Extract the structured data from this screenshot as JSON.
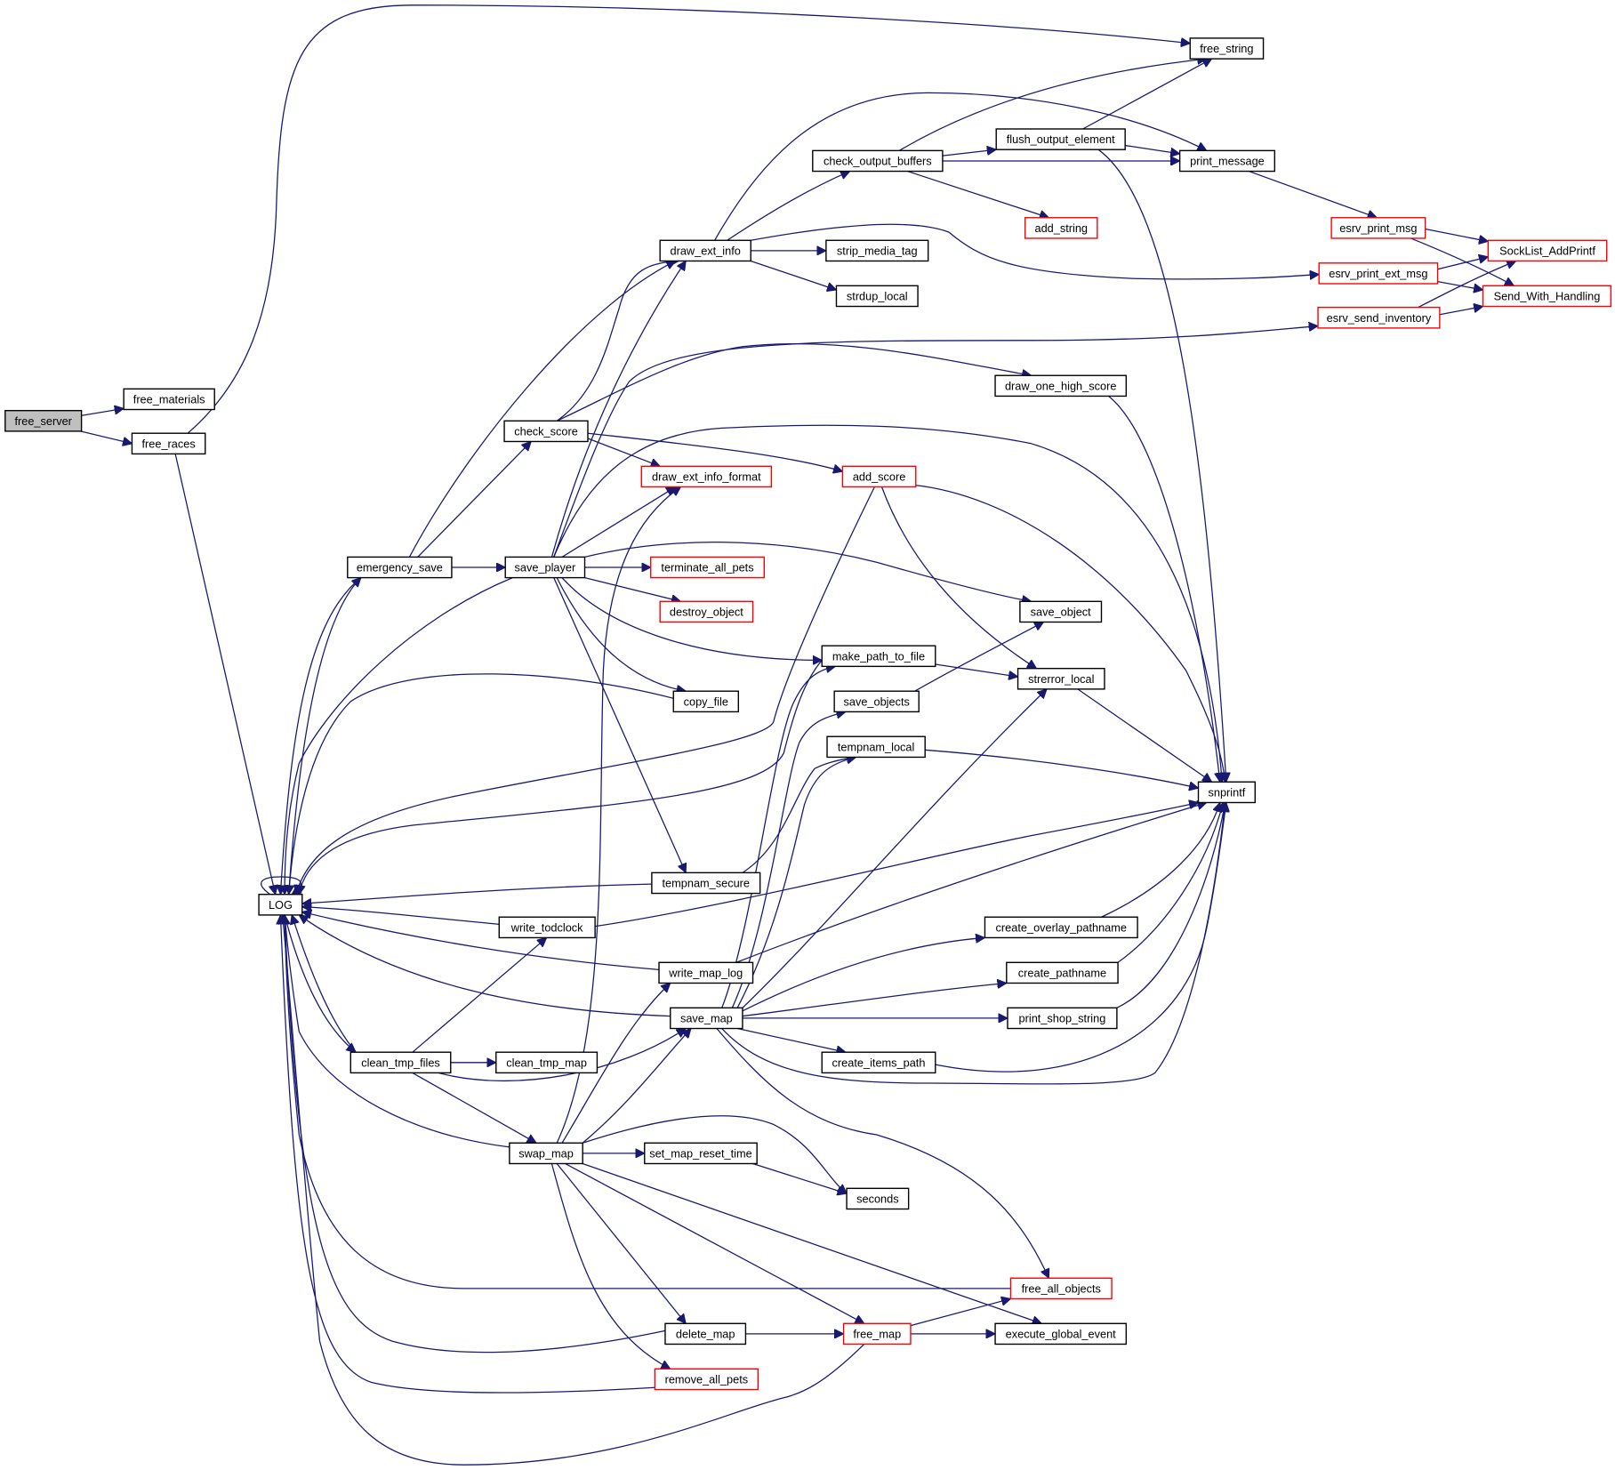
{
  "diagram": {
    "type": "call-graph",
    "root": "free_server",
    "colors": {
      "edge": "#191970",
      "root_fill": "#bfbfbf",
      "node_border": "#000000",
      "truncated_border": "#ff0000",
      "node_fill": "#ffffff"
    },
    "nodes": [
      {
        "id": "free_server",
        "label": "free_server",
        "style": "root"
      },
      {
        "id": "free_materials",
        "label": "free_materials",
        "style": "normal"
      },
      {
        "id": "free_races",
        "label": "free_races",
        "style": "normal"
      },
      {
        "id": "free_string",
        "label": "free_string",
        "style": "normal"
      },
      {
        "id": "LOG",
        "label": "LOG",
        "style": "normal"
      },
      {
        "id": "emergency_save",
        "label": "emergency_save",
        "style": "normal"
      },
      {
        "id": "check_score",
        "label": "check_score",
        "style": "normal"
      },
      {
        "id": "save_player",
        "label": "save_player",
        "style": "normal"
      },
      {
        "id": "draw_ext_info",
        "label": "draw_ext_info",
        "style": "normal"
      },
      {
        "id": "check_output_buffers",
        "label": "check_output_buffers",
        "style": "normal"
      },
      {
        "id": "flush_output_element",
        "label": "flush_output_element",
        "style": "normal"
      },
      {
        "id": "print_message",
        "label": "print_message",
        "style": "normal"
      },
      {
        "id": "add_string",
        "label": "add_string",
        "style": "truncated"
      },
      {
        "id": "strip_media_tag",
        "label": "strip_media_tag",
        "style": "normal"
      },
      {
        "id": "strdup_local",
        "label": "strdup_local",
        "style": "normal"
      },
      {
        "id": "esrv_print_msg",
        "label": "esrv_print_msg",
        "style": "truncated"
      },
      {
        "id": "esrv_print_ext_msg",
        "label": "esrv_print_ext_msg",
        "style": "truncated"
      },
      {
        "id": "esrv_send_inventory",
        "label": "esrv_send_inventory",
        "style": "truncated"
      },
      {
        "id": "SockList_AddPrintf",
        "label": "SockList_AddPrintf",
        "style": "truncated"
      },
      {
        "id": "Send_With_Handling",
        "label": "Send_With_Handling",
        "style": "truncated"
      },
      {
        "id": "draw_one_high_score",
        "label": "draw_one_high_score",
        "style": "normal"
      },
      {
        "id": "draw_ext_info_format",
        "label": "draw_ext_info_format",
        "style": "truncated"
      },
      {
        "id": "add_score",
        "label": "add_score",
        "style": "truncated"
      },
      {
        "id": "terminate_all_pets",
        "label": "terminate_all_pets",
        "style": "truncated"
      },
      {
        "id": "destroy_object",
        "label": "destroy_object",
        "style": "truncated"
      },
      {
        "id": "save_object",
        "label": "save_object",
        "style": "normal"
      },
      {
        "id": "make_path_to_file",
        "label": "make_path_to_file",
        "style": "normal"
      },
      {
        "id": "strerror_local",
        "label": "strerror_local",
        "style": "normal"
      },
      {
        "id": "copy_file",
        "label": "copy_file",
        "style": "normal"
      },
      {
        "id": "save_objects",
        "label": "save_objects",
        "style": "normal"
      },
      {
        "id": "tempnam_local",
        "label": "tempnam_local",
        "style": "normal"
      },
      {
        "id": "snprintf",
        "label": "snprintf",
        "style": "normal"
      },
      {
        "id": "tempnam_secure",
        "label": "tempnam_secure",
        "style": "normal"
      },
      {
        "id": "write_todclock",
        "label": "write_todclock",
        "style": "normal"
      },
      {
        "id": "create_overlay_pathname",
        "label": "create_overlay_pathname",
        "style": "normal"
      },
      {
        "id": "write_map_log",
        "label": "write_map_log",
        "style": "normal"
      },
      {
        "id": "create_pathname",
        "label": "create_pathname",
        "style": "normal"
      },
      {
        "id": "save_map",
        "label": "save_map",
        "style": "normal"
      },
      {
        "id": "print_shop_string",
        "label": "print_shop_string",
        "style": "normal"
      },
      {
        "id": "clean_tmp_files",
        "label": "clean_tmp_files",
        "style": "normal"
      },
      {
        "id": "clean_tmp_map",
        "label": "clean_tmp_map",
        "style": "normal"
      },
      {
        "id": "create_items_path",
        "label": "create_items_path",
        "style": "normal"
      },
      {
        "id": "swap_map",
        "label": "swap_map",
        "style": "normal"
      },
      {
        "id": "set_map_reset_time",
        "label": "set_map_reset_time",
        "style": "normal"
      },
      {
        "id": "seconds",
        "label": "seconds",
        "style": "normal"
      },
      {
        "id": "free_all_objects",
        "label": "free_all_objects",
        "style": "truncated"
      },
      {
        "id": "delete_map",
        "label": "delete_map",
        "style": "normal"
      },
      {
        "id": "free_map",
        "label": "free_map",
        "style": "truncated"
      },
      {
        "id": "execute_global_event",
        "label": "execute_global_event",
        "style": "normal"
      },
      {
        "id": "remove_all_pets",
        "label": "remove_all_pets",
        "style": "truncated"
      }
    ],
    "edges": [
      [
        "free_server",
        "free_materials"
      ],
      [
        "free_server",
        "free_races"
      ],
      [
        "free_races",
        "free_string"
      ],
      [
        "free_races",
        "LOG"
      ],
      [
        "LOG",
        "LOG"
      ],
      [
        "LOG",
        "emergency_save"
      ],
      [
        "LOG",
        "clean_tmp_files"
      ],
      [
        "emergency_save",
        "LOG"
      ],
      [
        "emergency_save",
        "draw_ext_info"
      ],
      [
        "emergency_save",
        "check_score"
      ],
      [
        "emergency_save",
        "save_player"
      ],
      [
        "check_score",
        "draw_ext_info"
      ],
      [
        "check_score",
        "draw_ext_info_format"
      ],
      [
        "check_score",
        "add_score"
      ],
      [
        "check_score",
        "draw_one_high_score"
      ],
      [
        "draw_ext_info",
        "check_output_buffers"
      ],
      [
        "draw_ext_info",
        "print_message"
      ],
      [
        "draw_ext_info",
        "strip_media_tag"
      ],
      [
        "draw_ext_info",
        "strdup_local"
      ],
      [
        "draw_ext_info",
        "esrv_print_ext_msg"
      ],
      [
        "check_output_buffers",
        "free_string"
      ],
      [
        "check_output_buffers",
        "flush_output_element"
      ],
      [
        "check_output_buffers",
        "print_message"
      ],
      [
        "check_output_buffers",
        "add_string"
      ],
      [
        "flush_output_element",
        "free_string"
      ],
      [
        "flush_output_element",
        "print_message"
      ],
      [
        "flush_output_element",
        "snprintf"
      ],
      [
        "print_message",
        "esrv_print_msg"
      ],
      [
        "esrv_print_msg",
        "SockList_AddPrintf"
      ],
      [
        "esrv_print_msg",
        "Send_With_Handling"
      ],
      [
        "esrv_print_ext_msg",
        "SockList_AddPrintf"
      ],
      [
        "esrv_print_ext_msg",
        "Send_With_Handling"
      ],
      [
        "esrv_send_inventory",
        "SockList_AddPrintf"
      ],
      [
        "esrv_send_inventory",
        "Send_With_Handling"
      ],
      [
        "save_player",
        "LOG"
      ],
      [
        "save_player",
        "draw_ext_info"
      ],
      [
        "save_player",
        "draw_ext_info_format"
      ],
      [
        "save_player",
        "esrv_send_inventory"
      ],
      [
        "save_player",
        "snprintf"
      ],
      [
        "save_player",
        "terminate_all_pets"
      ],
      [
        "save_player",
        "destroy_object"
      ],
      [
        "save_player",
        "save_object"
      ],
      [
        "save_player",
        "make_path_to_file"
      ],
      [
        "save_player",
        "copy_file"
      ],
      [
        "save_player",
        "tempnam_secure"
      ],
      [
        "draw_one_high_score",
        "snprintf"
      ],
      [
        "add_score",
        "LOG"
      ],
      [
        "add_score",
        "strerror_local"
      ],
      [
        "add_score",
        "snprintf"
      ],
      [
        "make_path_to_file",
        "LOG"
      ],
      [
        "make_path_to_file",
        "strerror_local"
      ],
      [
        "save_objects",
        "save_object"
      ],
      [
        "copy_file",
        "LOG"
      ],
      [
        "strerror_local",
        "snprintf"
      ],
      [
        "tempnam_local",
        "snprintf"
      ],
      [
        "tempnam_secure",
        "LOG"
      ],
      [
        "tempnam_secure",
        "tempnam_local"
      ],
      [
        "write_todclock",
        "LOG"
      ],
      [
        "write_todclock",
        "snprintf"
      ],
      [
        "write_map_log",
        "LOG"
      ],
      [
        "write_map_log",
        "snprintf"
      ],
      [
        "save_map",
        "LOG"
      ],
      [
        "save_map",
        "make_path_to_file"
      ],
      [
        "save_map",
        "save_objects"
      ],
      [
        "save_map",
        "tempnam_local"
      ],
      [
        "save_map",
        "strerror_local"
      ],
      [
        "save_map",
        "create_overlay_pathname"
      ],
      [
        "save_map",
        "create_pathname"
      ],
      [
        "save_map",
        "print_shop_string"
      ],
      [
        "save_map",
        "create_items_path"
      ],
      [
        "save_map",
        "snprintf"
      ],
      [
        "save_map",
        "free_all_objects"
      ],
      [
        "create_overlay_pathname",
        "snprintf"
      ],
      [
        "create_pathname",
        "snprintf"
      ],
      [
        "print_shop_string",
        "snprintf"
      ],
      [
        "create_items_path",
        "snprintf"
      ],
      [
        "clean_tmp_files",
        "LOG"
      ],
      [
        "clean_tmp_files",
        "write_todclock"
      ],
      [
        "clean_tmp_files",
        "clean_tmp_map"
      ],
      [
        "clean_tmp_files",
        "save_map"
      ],
      [
        "clean_tmp_files",
        "swap_map"
      ],
      [
        "swap_map",
        "LOG"
      ],
      [
        "swap_map",
        "draw_ext_info_format"
      ],
      [
        "swap_map",
        "write_map_log"
      ],
      [
        "swap_map",
        "save_map"
      ],
      [
        "swap_map",
        "set_map_reset_time"
      ],
      [
        "swap_map",
        "seconds"
      ],
      [
        "swap_map",
        "delete_map"
      ],
      [
        "swap_map",
        "free_map"
      ],
      [
        "swap_map",
        "execute_global_event"
      ],
      [
        "swap_map",
        "remove_all_pets"
      ],
      [
        "set_map_reset_time",
        "seconds"
      ],
      [
        "free_all_objects",
        "LOG"
      ],
      [
        "delete_map",
        "LOG"
      ],
      [
        "delete_map",
        "free_map"
      ],
      [
        "free_map",
        "LOG"
      ],
      [
        "free_map",
        "free_all_objects"
      ],
      [
        "free_map",
        "execute_global_event"
      ],
      [
        "remove_all_pets",
        "LOG"
      ]
    ]
  }
}
